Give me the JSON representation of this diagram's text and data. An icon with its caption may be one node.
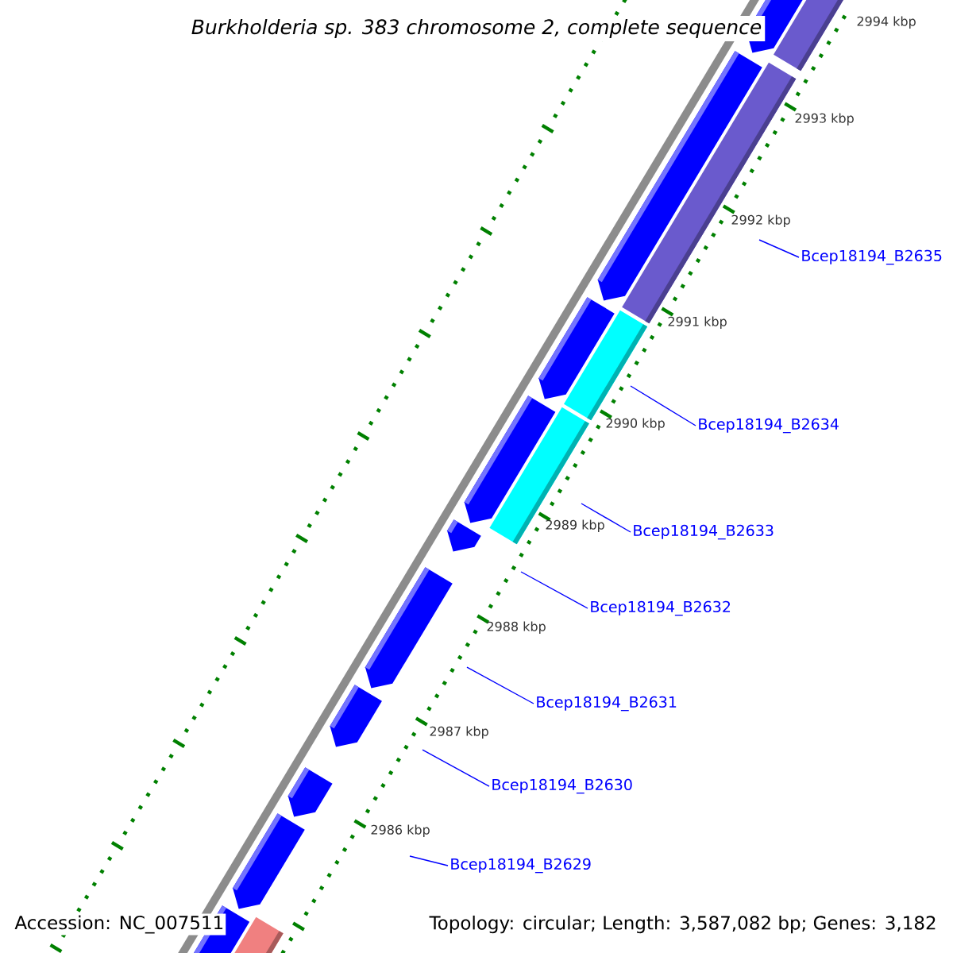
{
  "diagram": {
    "title": "*Burkholderia sp. 383 chromosome 2, complete sequence*",
    "nodes": [
      {
        "text": [
          "Bcep18194_B2635"
        ]
      },
      {
        "text": [
          "Bcep18194_B2634"
        ]
      },
      {
        "text": [
          "Bcep18194_B2633"
        ]
      },
      {
        "text": [
          "Bcep18194_B2632"
        ]
      },
      {
        "text": [
          "Bcep18194_B2631"
        ]
      },
      {
        "text": [
          "Bcep18194_B2630"
        ]
      },
      {
        "text": [
          "Bcep18194_B2629"
        ]
      }
    ],
    "edges": [
      {
        "from": 0,
        "to": null,
        "arrow": "none"
      },
      {
        "from": 1,
        "to": null,
        "arrow": "none"
      },
      {
        "from": 2,
        "to": null,
        "arrow": "none"
      },
      {
        "from": 3,
        "to": null,
        "arrow": "none"
      },
      {
        "from": 4,
        "to": null,
        "arrow": "none"
      },
      {
        "from": 5,
        "to": null,
        "arrow": "none"
      },
      {
        "from": 6,
        "to": null,
        "arrow": "none"
      }
    ],
    "labels": [
      "2994 kbp",
      "2993 kbp",
      "2992 kbp",
      "2991 kbp",
      "2990 kbp",
      "2989 kbp",
      "2988 kbp",
      "2987 kbp",
      "2986 kbp",
      "Accession: NC_007511",
      "Topology: circular; Length: 3,587,082 bp; Genes: 3,182"
    ]
  }
}
